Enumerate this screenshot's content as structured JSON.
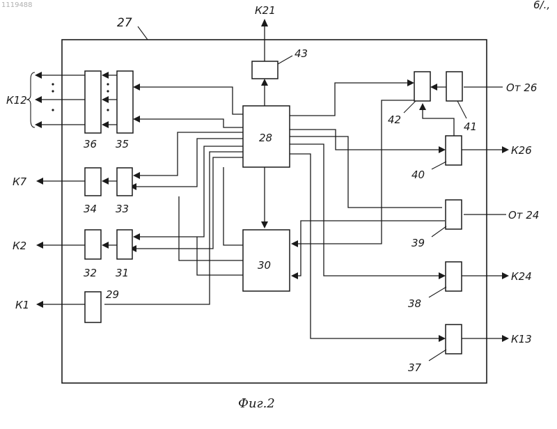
{
  "corner_text": "1119488",
  "corner_right": "6/.,",
  "caption": "Фиг.2",
  "blocks": {
    "b27": "27",
    "b28": "28",
    "b29": "29",
    "b30": "30",
    "b31": "31",
    "b32": "32",
    "b33": "33",
    "b34": "34",
    "b35": "35",
    "b36": "36",
    "b37": "37",
    "b38": "38",
    "b39": "39",
    "b40": "40",
    "b41": "41",
    "b42": "42",
    "b43": "43"
  },
  "io": {
    "to_k21": "К21",
    "to_k12": "К12",
    "to_k7": "К7",
    "to_k2": "К2",
    "to_k1": "К1",
    "from_26": "От 26",
    "to_k26": "К26",
    "from_24": "От 24",
    "to_k24": "К24",
    "to_k13": "К13"
  }
}
